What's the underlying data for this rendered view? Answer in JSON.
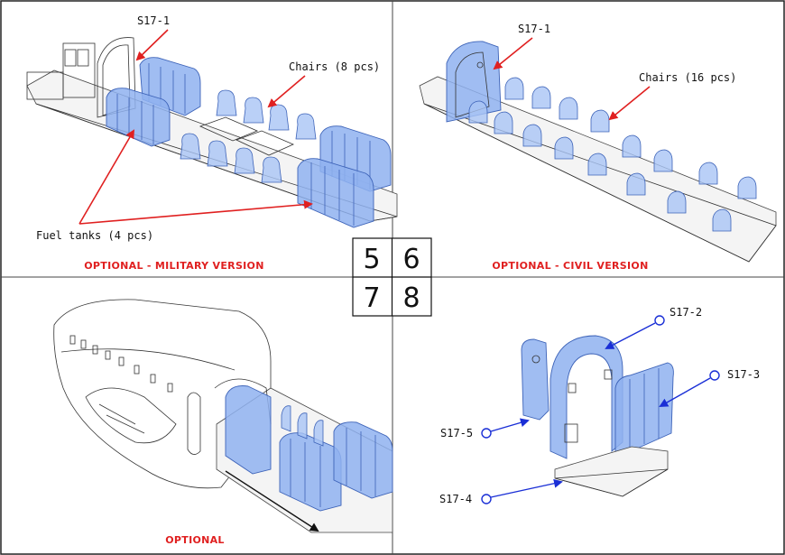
{
  "steps": [
    "5",
    "6",
    "7",
    "8"
  ],
  "panel5": {
    "part_label": "S17-1",
    "chairs_label": "Chairs (8 pcs)",
    "tanks_label": "Fuel tanks (4 pcs)",
    "caption": "OPTIONAL - MILITARY VERSION"
  },
  "panel6": {
    "part_label": "S17-1",
    "chairs_label": "Chairs (16 pcs)",
    "caption": "OPTIONAL - CIVIL VERSION"
  },
  "panel7": {
    "caption": "OPTIONAL"
  },
  "panel8": {
    "labels": [
      "S17-2",
      "S17-3",
      "S17-5",
      "S17-4"
    ]
  },
  "colors": {
    "red_arrow": "#e02020",
    "blue_arrow": "#1a2fd6",
    "part_blue": "#8fb2f0"
  }
}
